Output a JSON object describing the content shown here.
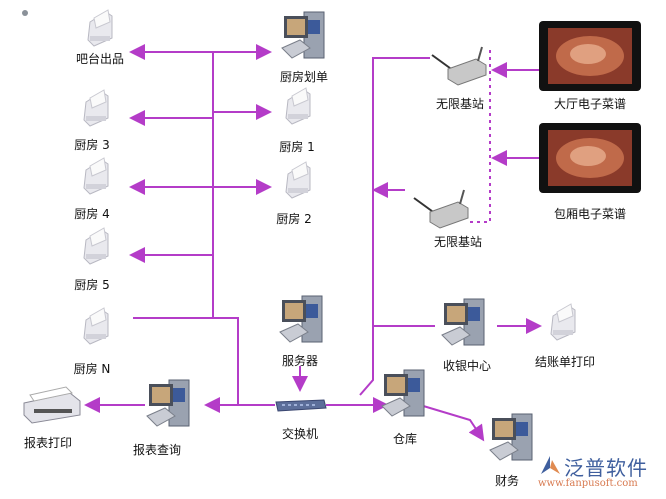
{
  "colors": {
    "link": "#b43cc8",
    "dotted": "#b43cc8"
  },
  "nodes": {
    "bar_out": "吧台出品",
    "kitchen3": "厨房 3",
    "kitchen4": "厨房 4",
    "kitchen5": "厨房 5",
    "kitchenN": "厨房 N",
    "kitchen_dispatch": "厨房划单",
    "kitchen1": "厨房 1",
    "kitchen2": "厨房 2",
    "server": "服务器",
    "switch": "交换机",
    "report_query": "报表查询",
    "report_print": "报表打印",
    "warehouse": "仓库",
    "finance": "财务",
    "cashier": "收银中心",
    "bill_print": "结账单打印",
    "base_station_1": "无限基站",
    "base_station_2": "无限基站",
    "hall_menu": "大厅电子菜谱",
    "room_menu": "包厢电子菜谱"
  },
  "logo": {
    "name": "泛普软件",
    "url": "www.fanpusoft.com"
  }
}
